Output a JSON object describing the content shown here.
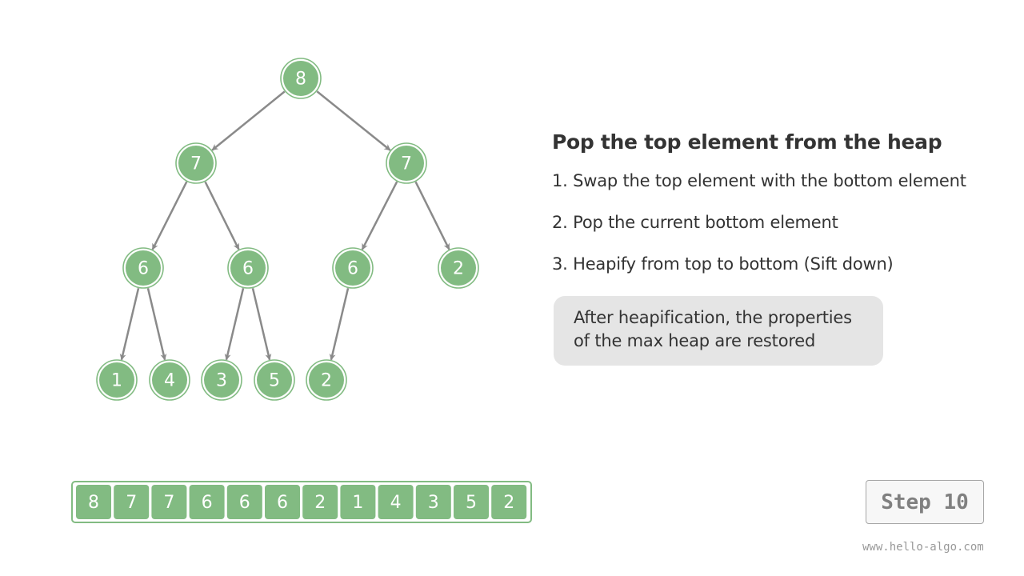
{
  "title": "Pop the top element from the heap",
  "steps": [
    "1. Swap the top element with the bottom element",
    "2. Pop the current bottom element",
    "3. Heapify from top to bottom (Sift down)"
  ],
  "note": {
    "line1": "After heapification, the properties",
    "line2": "of the max heap are restored"
  },
  "step_label": "Step 10",
  "watermark": "www.hello-algo.com",
  "heap": {
    "nodes": [
      "8",
      "7",
      "7",
      "6",
      "6",
      "6",
      "2",
      "1",
      "4",
      "3",
      "5",
      "2"
    ],
    "array": [
      "8",
      "7",
      "7",
      "6",
      "6",
      "6",
      "2",
      "1",
      "4",
      "3",
      "5",
      "2"
    ]
  },
  "colors": {
    "node_fill": "#82bb82",
    "node_stroke": "#82bb82",
    "edge": "#8a8a8a",
    "text": "#333333",
    "note_bg": "#e5e5e5"
  }
}
